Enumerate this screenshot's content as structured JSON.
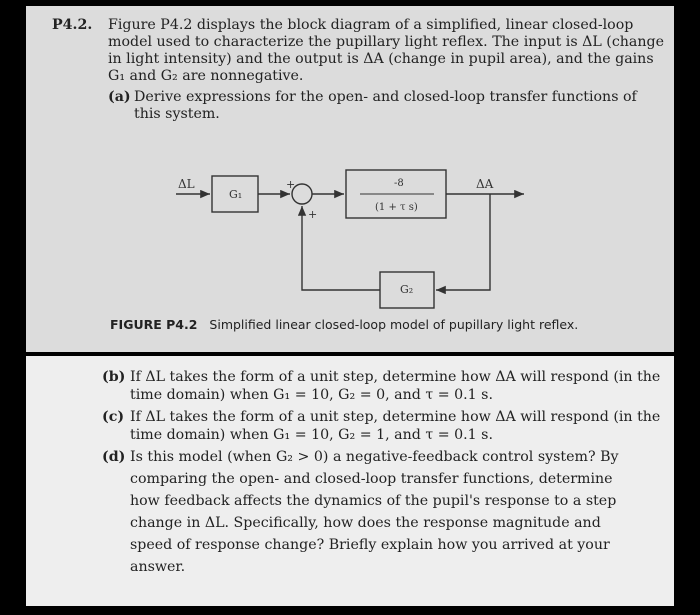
{
  "problem": {
    "number": "P4.2.",
    "intro_lines": [
      "Figure P4.2 displays the block diagram of a simplified, linear closed-loop",
      "model used to characterize the pupillary light reflex. The input is ΔL (change",
      "in light intensity) and the output is ΔA (change in pupil area), and the gains",
      "G₁ and G₂ are nonnegative."
    ],
    "part_a_label": "(a)",
    "part_a_lines": [
      "Derive expressions for the open- and closed-loop transfer functions of",
      "this system."
    ]
  },
  "diagram": {
    "input_label": "ΔL",
    "output_label": "ΔA",
    "g1_label": "G₁",
    "g2_label": "G₂",
    "tf_numerator": "-8",
    "tf_denominator": "(1 + τ s)",
    "sum_top_sign": "+",
    "sum_bottom_sign": "+"
  },
  "figure_caption": {
    "label": "FIGURE P4.2",
    "text": "Simplified linear closed-loop model of pupillary light reflex."
  },
  "parts": {
    "b_label": "(b)",
    "b_lines": [
      "If ΔL takes the form of a unit step, determine how ΔA will respond (in the",
      "time domain) when G₁ = 10, G₂ = 0, and τ = 0.1 s."
    ],
    "c_label": "(c)",
    "c_lines": [
      "If ΔL takes the form of a unit step, determine how ΔA will respond (in the",
      "time domain) when G₁ = 10, G₂ = 1, and τ = 0.1 s."
    ],
    "d_label": "(d)",
    "d_lines": [
      "Is this model (when G₂ > 0) a negative-feedback control system? By",
      "comparing the open- and closed-loop transfer functions, determine",
      "how feedback affects the dynamics of the pupil's response to a step",
      "change in ΔL. Specifically, how does the response magnitude and",
      "speed of response change? Briefly explain how you arrived at your",
      "answer."
    ]
  }
}
